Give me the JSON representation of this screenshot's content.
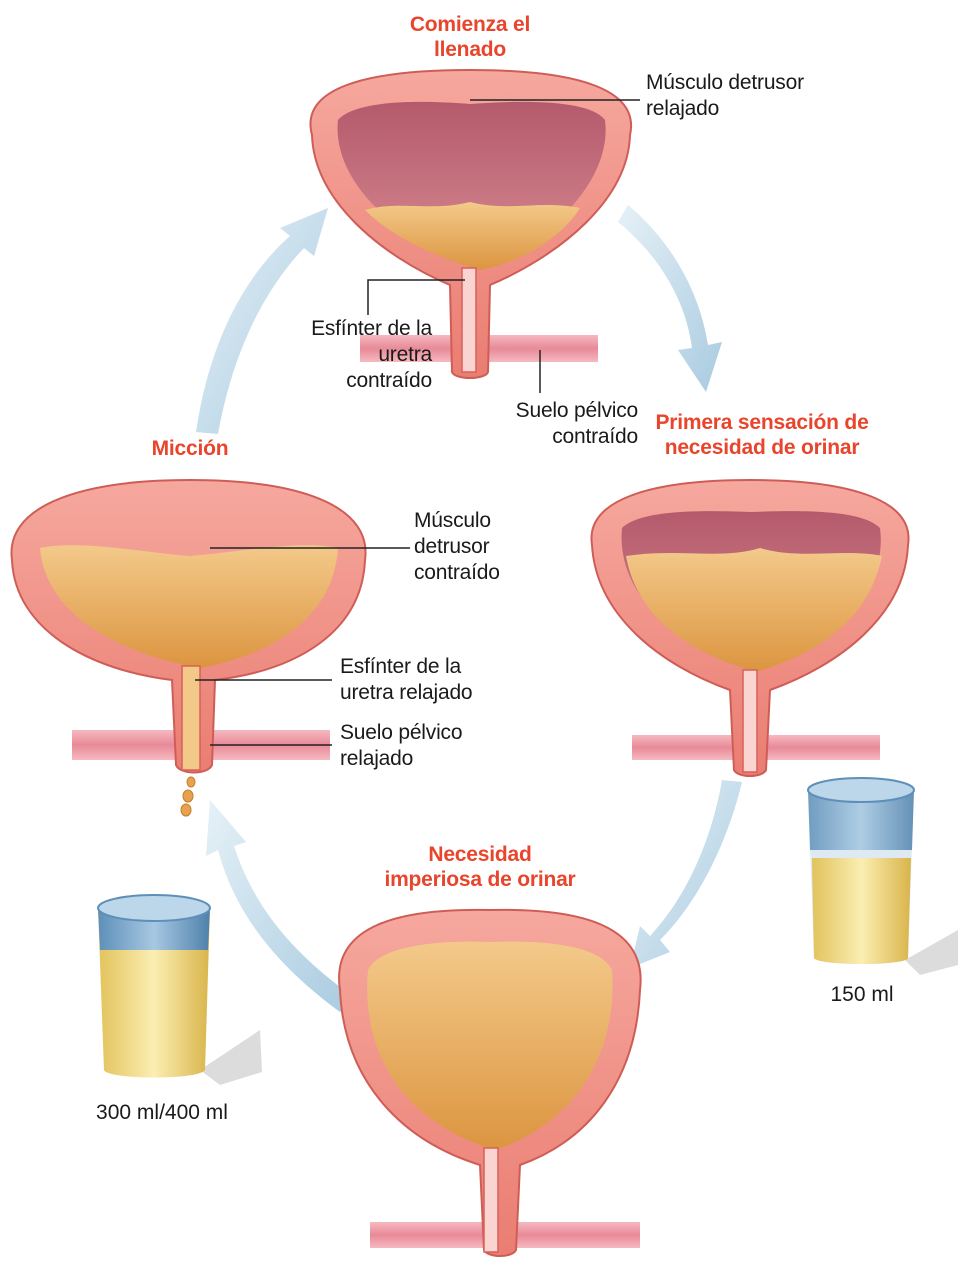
{
  "stages": {
    "filling": {
      "title": "Comienza el\nllenado",
      "detrusor_label": "Músculo detrusor\nrelajado",
      "sphincter_label": "Esfínter de la\nuretra\ncontraído",
      "pelvic_label": "Suelo pélvico\ncontraído"
    },
    "first_sensation": {
      "title": "Primera sensación de\nnecesidad de orinar",
      "volume": "150 ml"
    },
    "urgency": {
      "title": "Necesidad\nimperiosa de orinar"
    },
    "micturition": {
      "title": "Micción",
      "detrusor_label": "Músculo\ndetrusor\ncontraído",
      "sphincter_label": "Esfínter de la\nuretra relajado",
      "pelvic_label": "Suelo pélvico\nrelajado",
      "volume": "300 ml/400 ml"
    }
  },
  "colors": {
    "title": "#e8452c",
    "wall": "#f28c80",
    "wall_dark": "#d7605a",
    "cavity": "#c86a78",
    "urine": "#e6a24e",
    "arrow": "#b9d6e6",
    "cup_top": "#6e9fc4",
    "cup_liquid": "#f2dc84"
  }
}
